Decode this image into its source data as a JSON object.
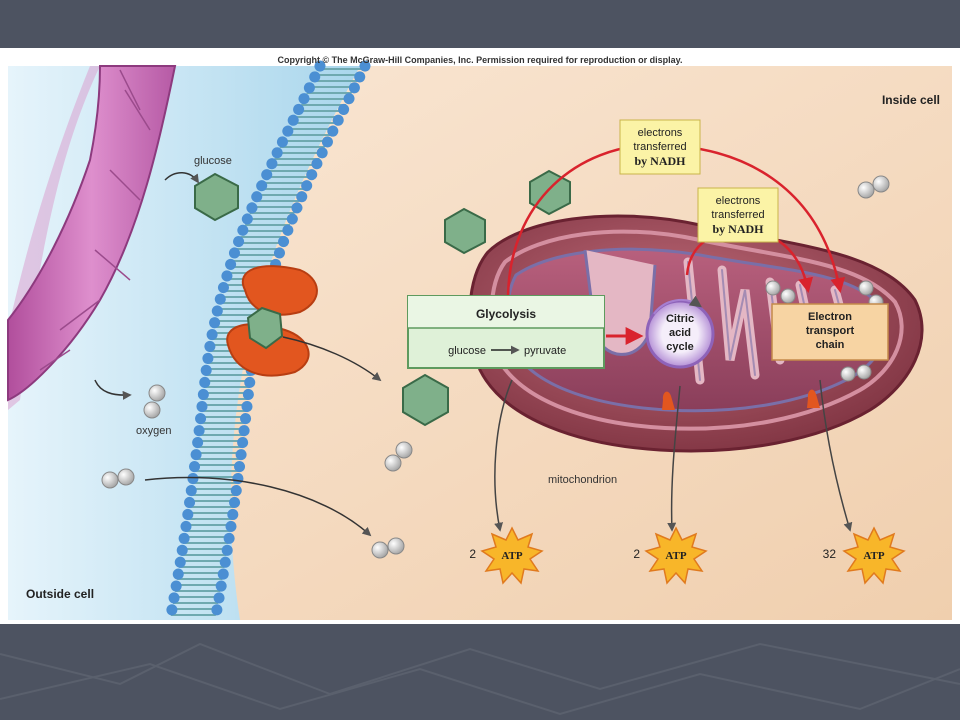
{
  "copyright": "Copyright © The McGraw-Hill Companies, Inc. Permission required for reproduction or display.",
  "regions": {
    "inside": "Inside cell",
    "outside": "Outside cell"
  },
  "molecules": {
    "glucose": "glucose",
    "oxygen": "oxygen"
  },
  "organelle": "mitochondrion",
  "glycolysis": {
    "title": "Glycolysis",
    "input": "glucose",
    "output": "pyruvate"
  },
  "citric_cycle": [
    "Citric",
    "acid",
    "cycle"
  ],
  "etc": [
    "Electron",
    "transport",
    "chain"
  ],
  "nadh_label_1": [
    "electrons",
    "transferred",
    "by NADH"
  ],
  "nadh_label_2": [
    "electrons",
    "transferred",
    "by NADH"
  ],
  "atp": {
    "label": "ATP",
    "glycolysis_count": "2",
    "citric_count": "2",
    "etc_count": "32"
  },
  "colors": {
    "background": "#4d5361",
    "cytoplasm": "#f6dcc5",
    "extracellular": "#c8e6f3",
    "membrane_head": "#4b8fd3",
    "vessel": "#cc6cb6",
    "mitochondrion": "#a24a58",
    "glycolysis_box": "#dff1d8",
    "nadh_box": "#fbf3a6",
    "etc_box": "#f7d4a3",
    "atp_star": "#f8b629",
    "arrow_red": "#d9232d"
  }
}
